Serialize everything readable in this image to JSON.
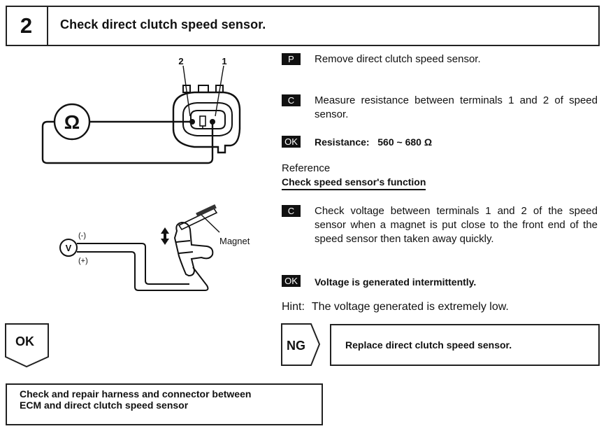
{
  "header": {
    "step_number": "2",
    "title": "Check direct clutch speed sensor."
  },
  "diagram_resistance": {
    "meter_symbol": "Ω",
    "terminal_labels": [
      "2",
      "1"
    ]
  },
  "diagram_voltage": {
    "meter_symbol": "V",
    "negative_label": "(-)",
    "positive_label": "(+)",
    "magnet_label": "Magnet"
  },
  "instructions": [
    {
      "badge": "P",
      "text": "Remove direct clutch speed sensor."
    },
    {
      "badge": "C",
      "text": "Measure resistance between terminals 1 and 2 of speed sensor."
    },
    {
      "badge": "OK",
      "text": "Resistance:   560 ~ 680 Ω"
    }
  ],
  "reference": {
    "label": "Reference",
    "heading": "Check speed sensor's function",
    "items": [
      {
        "badge": "C",
        "text": "Check voltage between terminals 1 and 2 of the speed sensor when a magnet is put close to the front end of the speed sensor then taken away quickly."
      },
      {
        "badge": "OK",
        "text": "Voltage is generated intermittently."
      }
    ],
    "hint_label": "Hint:",
    "hint_text": "The voltage generated is extremely low."
  },
  "results": {
    "ok_label": "OK",
    "ng_label": "NG",
    "ng_action": "Replace direct clutch speed sensor.",
    "ok_action_line1": "Check and repair harness and connector between",
    "ok_action_line2": "ECM and direct clutch speed sensor"
  },
  "colors": {
    "ink": "#111111",
    "badge_bg": "#111111",
    "badge_fg": "#ffffff",
    "paper": "#ffffff"
  }
}
